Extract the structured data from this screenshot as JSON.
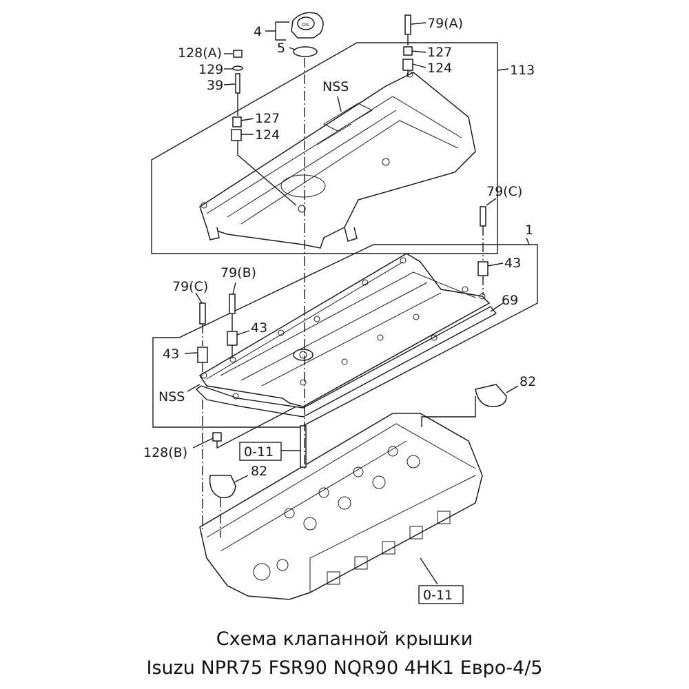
{
  "diagram": {
    "title_line1": "Схема клапанной крышки",
    "title_line2": "Isuzu NPR75 FSR90 NQR90 4HK1 Евро-4/5",
    "callouts": {
      "c4": "4",
      "c5": "5",
      "c128a": "128(A)",
      "c129": "129",
      "c39": "39",
      "c127_left": "127",
      "c124_left": "124",
      "c79a": "79(A)",
      "c127_right": "127",
      "c124_right": "124",
      "c113": "113",
      "nss_top": "NSS",
      "c79c_right": "79(C)",
      "c1": "1",
      "c43_right": "43",
      "c69": "69",
      "c79b": "79(B)",
      "c79c_left": "79(C)",
      "c43_mid": "43",
      "c43_left": "43",
      "nss_left": "NSS",
      "c82_right": "82",
      "c128b": "128(B)",
      "ref_0_11_top": "0-11",
      "c82_left": "82",
      "ref_0_11_bottom": "0-11"
    },
    "oil_cap_text": "OIL"
  }
}
